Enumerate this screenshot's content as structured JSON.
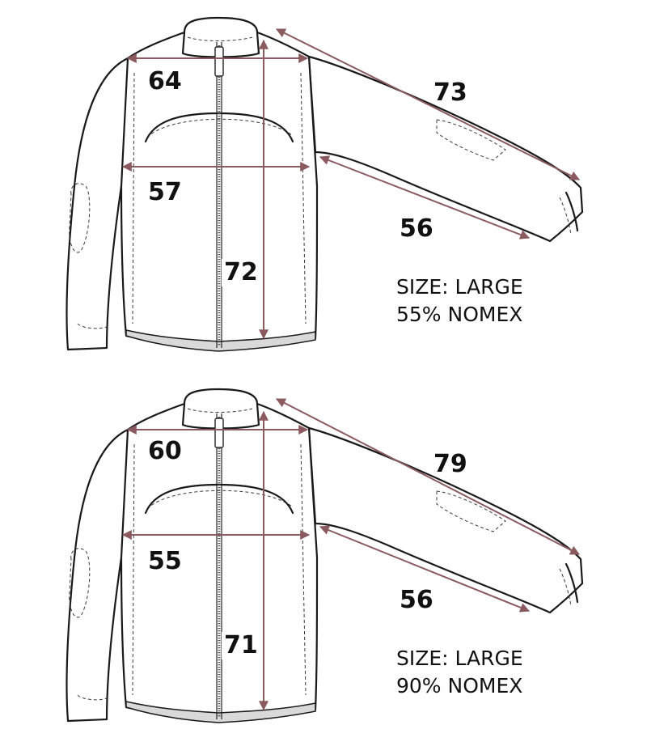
{
  "panels": [
    {
      "id": "top",
      "measurements": {
        "shoulder": "64",
        "chest": "57",
        "sleeve_top": "73",
        "sleeve_under": "56",
        "length": "72"
      },
      "size_label": "SIZE: LARGE",
      "material_label": "55% NOMEX"
    },
    {
      "id": "bottom",
      "measurements": {
        "shoulder": "60",
        "chest": "55",
        "sleeve_top": "79",
        "sleeve_under": "56",
        "length": "71"
      },
      "size_label": "SIZE: LARGE",
      "material_label": "90% NOMEX"
    }
  ],
  "colors": {
    "measurement_line": "#8b5a5f",
    "outline": "#1a1a1a"
  },
  "icons": [
    "jacket-outline-icon",
    "measurement-arrow-icon"
  ]
}
